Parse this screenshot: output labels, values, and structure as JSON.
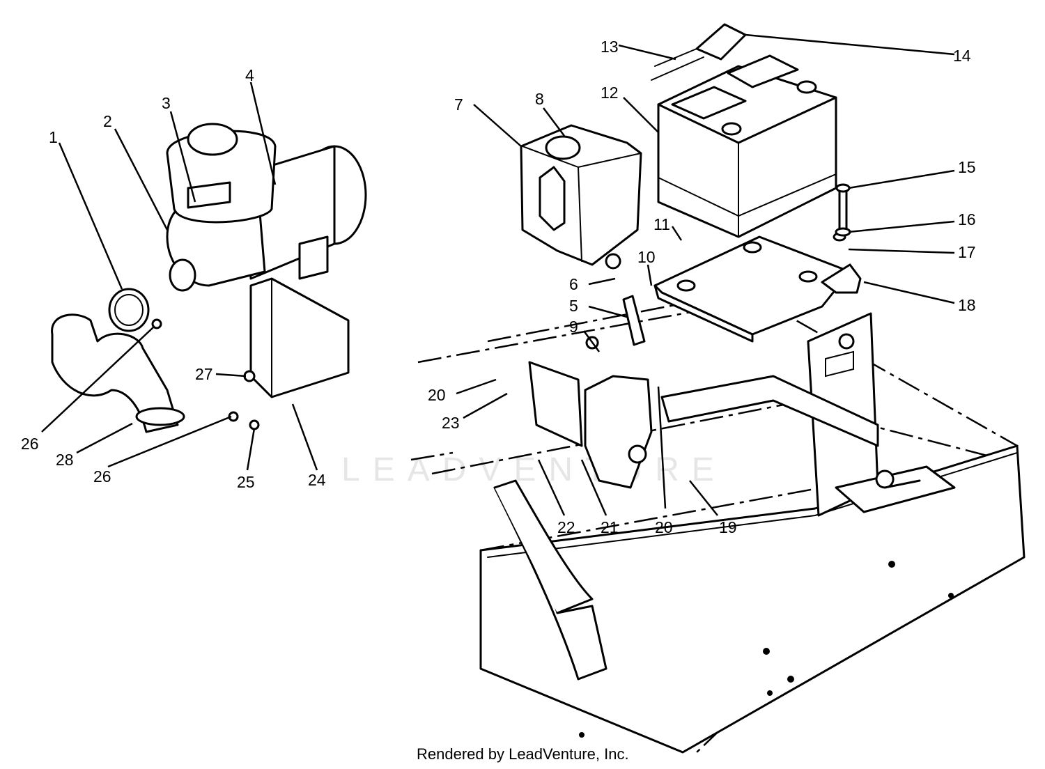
{
  "watermark": "LEADVENTURE",
  "footer": "Rendered by LeadVenture, Inc.",
  "callouts": [
    "1",
    "2",
    "3",
    "4",
    "5",
    "6",
    "7",
    "8",
    "9",
    "10",
    "11",
    "12",
    "13",
    "14",
    "15",
    "16",
    "17",
    "18",
    "19",
    "20",
    "20",
    "21",
    "22",
    "23",
    "24",
    "25",
    "26",
    "26",
    "27",
    "28"
  ]
}
